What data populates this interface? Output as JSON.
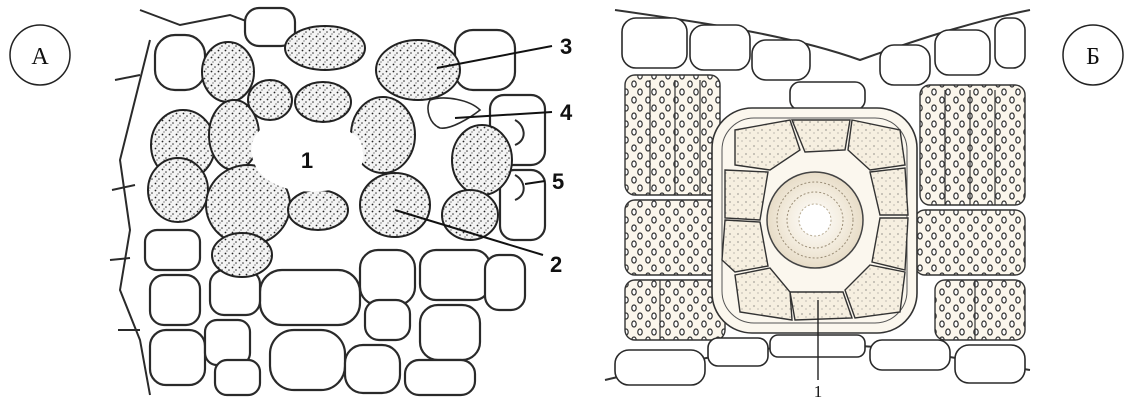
{
  "panels": {
    "left": {
      "letter": "А",
      "labels": {
        "l1": "1",
        "l2": "2",
        "l3": "3",
        "l4": "4",
        "l5": "5"
      }
    },
    "right": {
      "letter": "Б",
      "labels": {
        "l1": "1"
      }
    }
  }
}
